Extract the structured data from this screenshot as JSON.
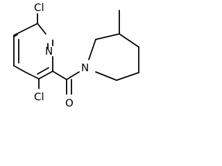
{
  "molecule": {
    "atoms": [
      {
        "id": "cl_top",
        "label": "Cl"
      },
      {
        "id": "n_pyridine",
        "label": "N"
      },
      {
        "id": "cl_bottom",
        "label": "Cl"
      },
      {
        "id": "o_carbonyl",
        "label": "O"
      },
      {
        "id": "n_piperidine",
        "label": "N"
      }
    ]
  },
  "colors": {
    "bond": "#000000",
    "label": "#000000",
    "background": "#ffffff"
  }
}
